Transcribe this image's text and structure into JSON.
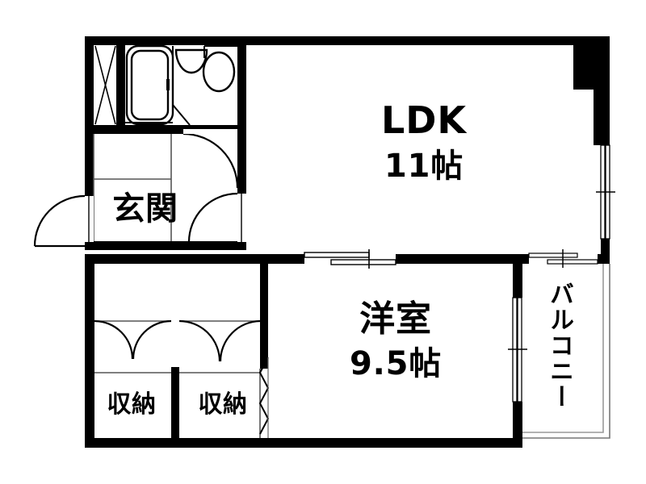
{
  "plan": {
    "type": "japanese-apartment-floor-plan",
    "background_color": "#ffffff",
    "wall_color": "#000000",
    "fixture_line_color": "#000000",
    "rooms": [
      {
        "key": "ldk",
        "name": "LDK",
        "area": "11帖"
      },
      {
        "key": "bedroom",
        "name": "洋室",
        "area": "9.5帖"
      },
      {
        "key": "genkan",
        "name": "玄関",
        "area": ""
      },
      {
        "key": "closet1",
        "name": "収納",
        "area": ""
      },
      {
        "key": "closet2",
        "name": "収納",
        "area": ""
      },
      {
        "key": "balcony",
        "name": "バルコニー",
        "area": ""
      }
    ],
    "labels": {
      "ldk_name": "LDK",
      "ldk_area": "11帖",
      "bedroom_name": "洋室",
      "bedroom_area": "9.5帖",
      "genkan": "玄関",
      "closet_left": "収納",
      "closet_right": "収納",
      "balcony": "バルコニー"
    },
    "fixtures": [
      {
        "name": "bathtub",
        "room": "bath"
      },
      {
        "name": "sink",
        "room": "bath"
      },
      {
        "name": "toilet",
        "room": "bath"
      },
      {
        "name": "utility-shaft",
        "room": "kitchen-left"
      }
    ],
    "openings": [
      {
        "name": "entrance-door",
        "type": "swing-door"
      },
      {
        "name": "genkan-inner-door",
        "type": "swing-door"
      },
      {
        "name": "bath-door",
        "type": "swing-door"
      },
      {
        "name": "ldk-bedroom-sliding",
        "type": "sliding-door"
      },
      {
        "name": "closet-left-doors",
        "type": "double-swing"
      },
      {
        "name": "closet-right-doors",
        "type": "double-swing"
      },
      {
        "name": "folding-partition",
        "type": "folding-door"
      },
      {
        "name": "ldk-balcony-window",
        "type": "sliding-window"
      },
      {
        "name": "bedroom-balcony-window",
        "type": "sliding-window"
      }
    ]
  }
}
